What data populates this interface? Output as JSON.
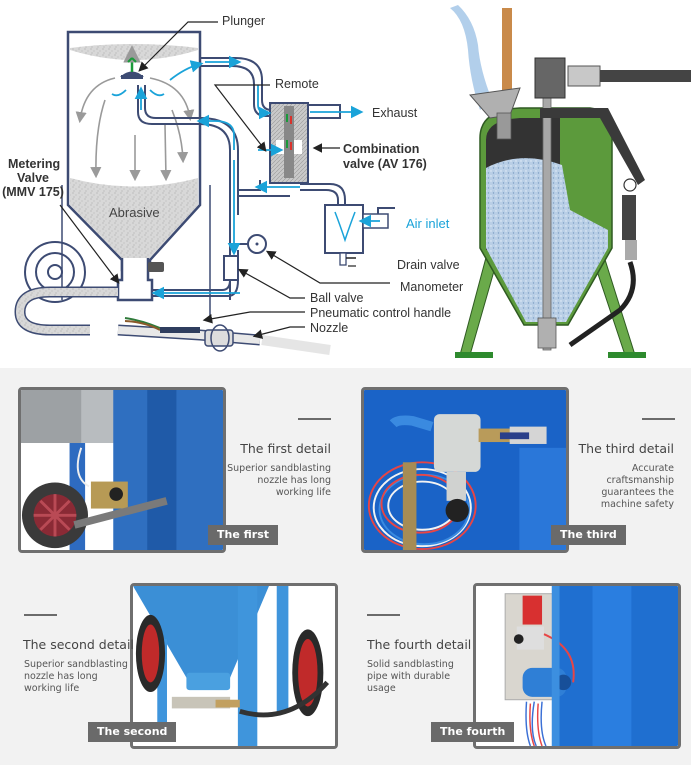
{
  "diagram": {
    "labels": {
      "plunger": "Plunger",
      "remote": "Remote",
      "exhaust": "Exhaust",
      "combination_valve_line1": "Combination",
      "combination_valve_line2": "valve (AV 176)",
      "metering_valve_line1": "Metering",
      "metering_valve_line2": "Valve",
      "metering_valve_line3": "(MMV 175)",
      "abrasive": "Abrasive",
      "air_inlet": "Air inlet",
      "drain_valve": "Drain valve",
      "manometer": "Manometer",
      "ball_valve": "Ball valve",
      "pneumatic_control_handle": "Pneumatic control handle",
      "nozzle": "Nozzle"
    },
    "colors": {
      "air_flow": "#1aa3d9",
      "outline": "#3d4b73",
      "abrasive_flow": "#9a9a9a",
      "up_arrow": "#1a9a3a",
      "down_arrow": "#d9322b"
    }
  },
  "cutaway": {
    "tank_color": "#5c9a3c",
    "abrasive_color": "#b9cfe6"
  },
  "details": [
    {
      "tag": "The first",
      "title": "The first detail",
      "description": [
        "Superior sandblasting",
        "nozzle has long",
        "working life"
      ]
    },
    {
      "tag": "The third",
      "title": "The third detail",
      "description": [
        "Accurate craftsmanship",
        "guarantees the",
        "machine safety"
      ]
    },
    {
      "tag": "The second",
      "title": "The second detail",
      "description": [
        "Superior sandblasting",
        "nozzle has long",
        "working life"
      ]
    },
    {
      "tag": "The fourth",
      "title": "The fourth detail",
      "description": [
        "Solid sandblasting",
        "pipe with durable",
        "usage"
      ]
    }
  ]
}
